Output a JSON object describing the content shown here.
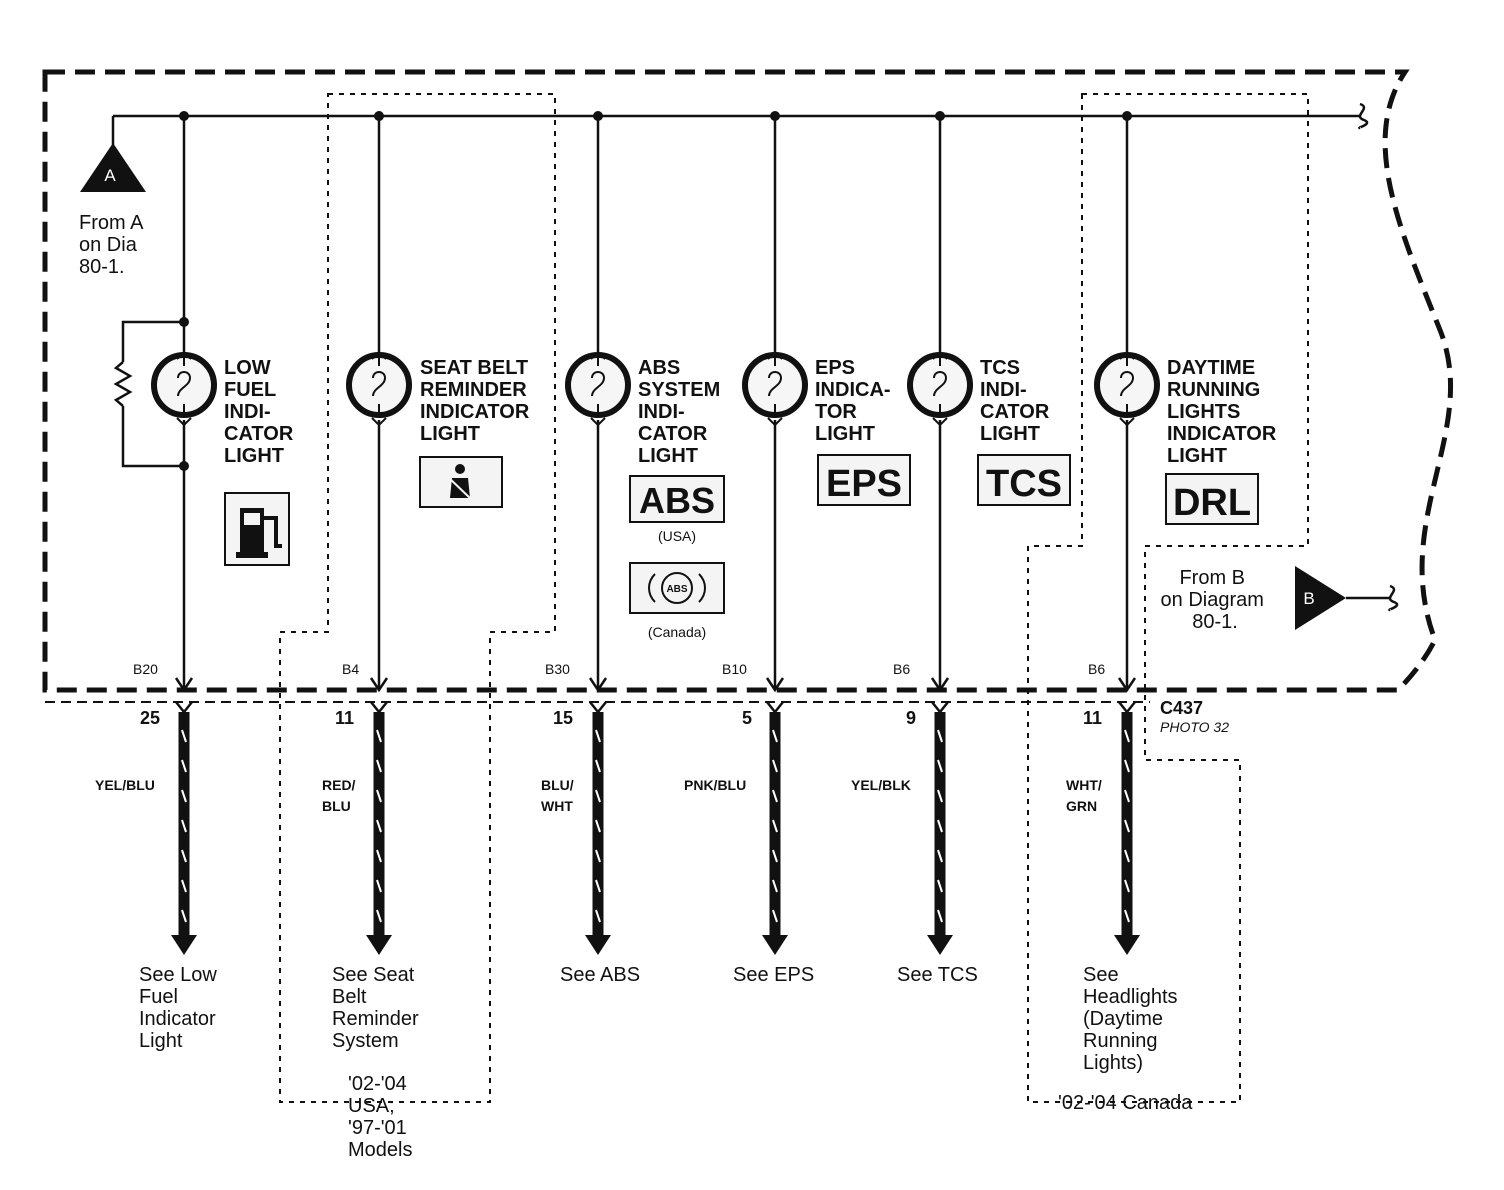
{
  "header": {
    "ref_a_letter": "A",
    "ref_a_note": [
      "From A",
      "on Dia",
      "80-1."
    ],
    "ref_b_letter": "B",
    "ref_b_note": [
      "From B",
      "on Diagram",
      "80-1."
    ]
  },
  "connector": {
    "name": "C437",
    "photo": "PHOTO 32"
  },
  "circuits": [
    {
      "id": "low-fuel",
      "label": [
        "LOW",
        "FUEL",
        "INDI-",
        "CATOR",
        "LIGHT"
      ],
      "pin": "B20",
      "terminal": "25",
      "wire": [
        "YEL/BLU"
      ],
      "see": [
        "See Low",
        "Fuel",
        "Indicator",
        "Light"
      ],
      "symbol": "fuel-pump-icon"
    },
    {
      "id": "seat-belt",
      "label": [
        "SEAT BELT",
        "REMINDER",
        "INDICATOR",
        "LIGHT"
      ],
      "pin": "B4",
      "terminal": "11",
      "wire": [
        "RED/",
        "BLU"
      ],
      "see": [
        "See Seat",
        "Belt",
        "Reminder",
        "System"
      ],
      "symbol": "seat-belt-icon"
    },
    {
      "id": "abs",
      "label": [
        "ABS",
        "SYSTEM",
        "INDI-",
        "CATOR",
        "LIGHT"
      ],
      "pin": "B30",
      "terminal": "15",
      "wire": [
        "BLU/",
        "WHT"
      ],
      "see": [
        "See ABS"
      ],
      "symbol_text": "ABS",
      "symbol_caption": "(USA)",
      "symbol2_text": "ABS",
      "symbol2_caption": "(Canada)"
    },
    {
      "id": "eps",
      "label": [
        "EPS",
        "INDICA-",
        "TOR",
        "LIGHT"
      ],
      "pin": "B10",
      "terminal": "5",
      "wire": [
        "PNK/BLU"
      ],
      "see": [
        "See EPS"
      ],
      "symbol_text": "EPS"
    },
    {
      "id": "tcs",
      "label": [
        "TCS",
        "INDI-",
        "CATOR",
        "LIGHT"
      ],
      "pin": "B6",
      "terminal": "9",
      "wire": [
        "YEL/BLK"
      ],
      "see": [
        "See TCS"
      ],
      "symbol_text": "TCS"
    },
    {
      "id": "drl",
      "label": [
        "DAYTIME",
        "RUNNING",
        "LIGHTS",
        "INDICATOR",
        "LIGHT"
      ],
      "pin": "B6",
      "terminal": "11",
      "wire": [
        "WHT/",
        "GRN"
      ],
      "see": [
        "See",
        "Headlights",
        "(Daytime",
        "Running",
        "Lights)"
      ],
      "symbol_text": "DRL"
    }
  ],
  "variant_notes": {
    "usa": [
      "'02-'04",
      "USA;",
      "'97-'01",
      "Models"
    ],
    "canada": "'02-'04 Canada"
  }
}
